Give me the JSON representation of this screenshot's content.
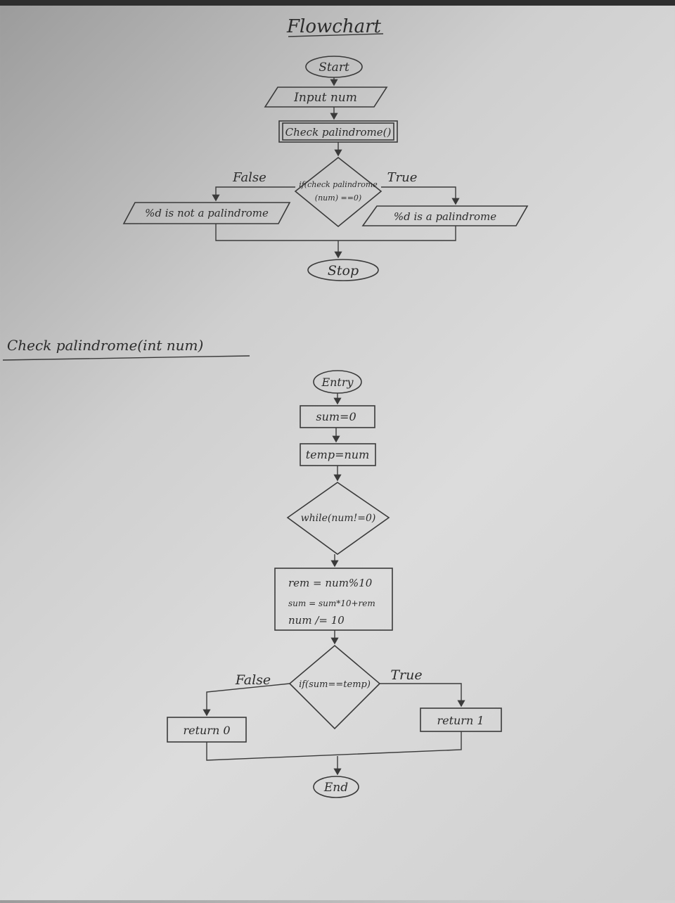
{
  "title": "Flowchart",
  "main_flow": {
    "start": "Start",
    "input": "Input num",
    "call": "Check palindrome()",
    "decision_line1": "if(check palindrome",
    "decision_line2": "(num) ==0)",
    "false_label": "False",
    "true_label": "True",
    "false_output": "%d is not a palindrome",
    "true_output": "%d is a palindrome",
    "stop": "Stop"
  },
  "function_heading": "Check palindrome(int num)",
  "function_flow": {
    "entry": "Entry",
    "sum_init": "sum=0",
    "temp_init": "temp=num",
    "loop": "while(num!=0)",
    "body_line1": "rem = num%10",
    "body_line2": "sum = sum*10+rem",
    "body_line3": "num /= 10",
    "decision": "if(sum==temp)",
    "false_label": "False",
    "true_label": "True",
    "return_false": "return 0",
    "return_true": "return 1",
    "end": "End"
  }
}
